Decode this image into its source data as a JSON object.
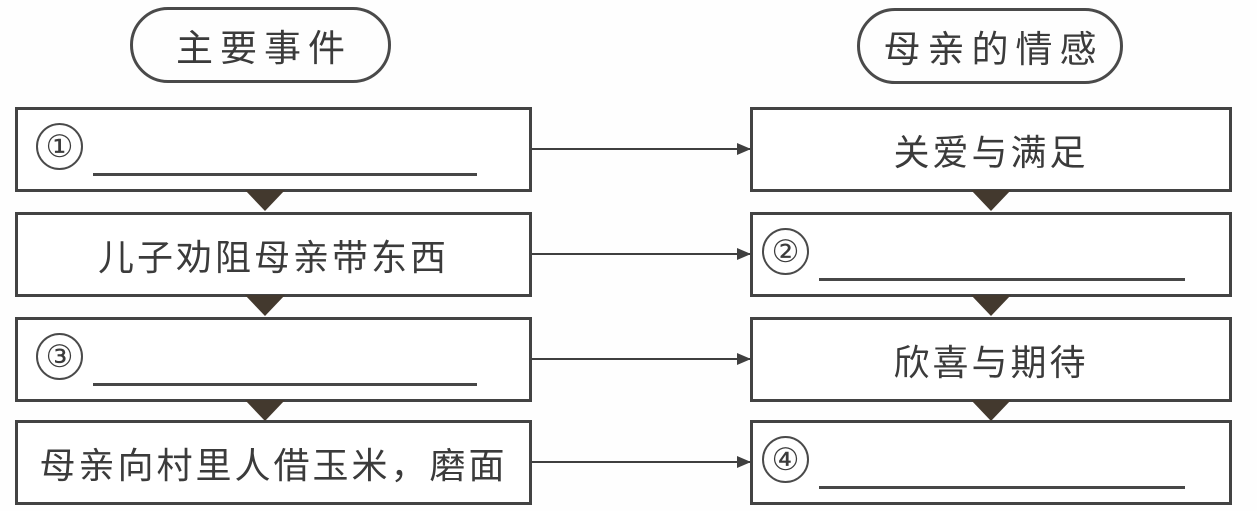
{
  "diagram": {
    "left_header": "主要事件",
    "right_header": "母亲的情感",
    "left_items": [
      {
        "type": "blank",
        "number": "①",
        "label": ""
      },
      {
        "type": "text",
        "label": "儿子劝阻母亲带东西"
      },
      {
        "type": "blank",
        "number": "③",
        "label": ""
      },
      {
        "type": "text",
        "label": "母亲向村里人借玉米，磨面"
      }
    ],
    "right_items": [
      {
        "type": "text",
        "label": "关爱与满足"
      },
      {
        "type": "blank",
        "number": "②",
        "label": ""
      },
      {
        "type": "text",
        "label": "欣喜与期待"
      },
      {
        "type": "blank",
        "number": "④",
        "label": ""
      }
    ],
    "colors": {
      "line": "#434343",
      "arrow_fill": "#43392e",
      "text": "#3b3b3b",
      "background": "#ffffff"
    }
  }
}
